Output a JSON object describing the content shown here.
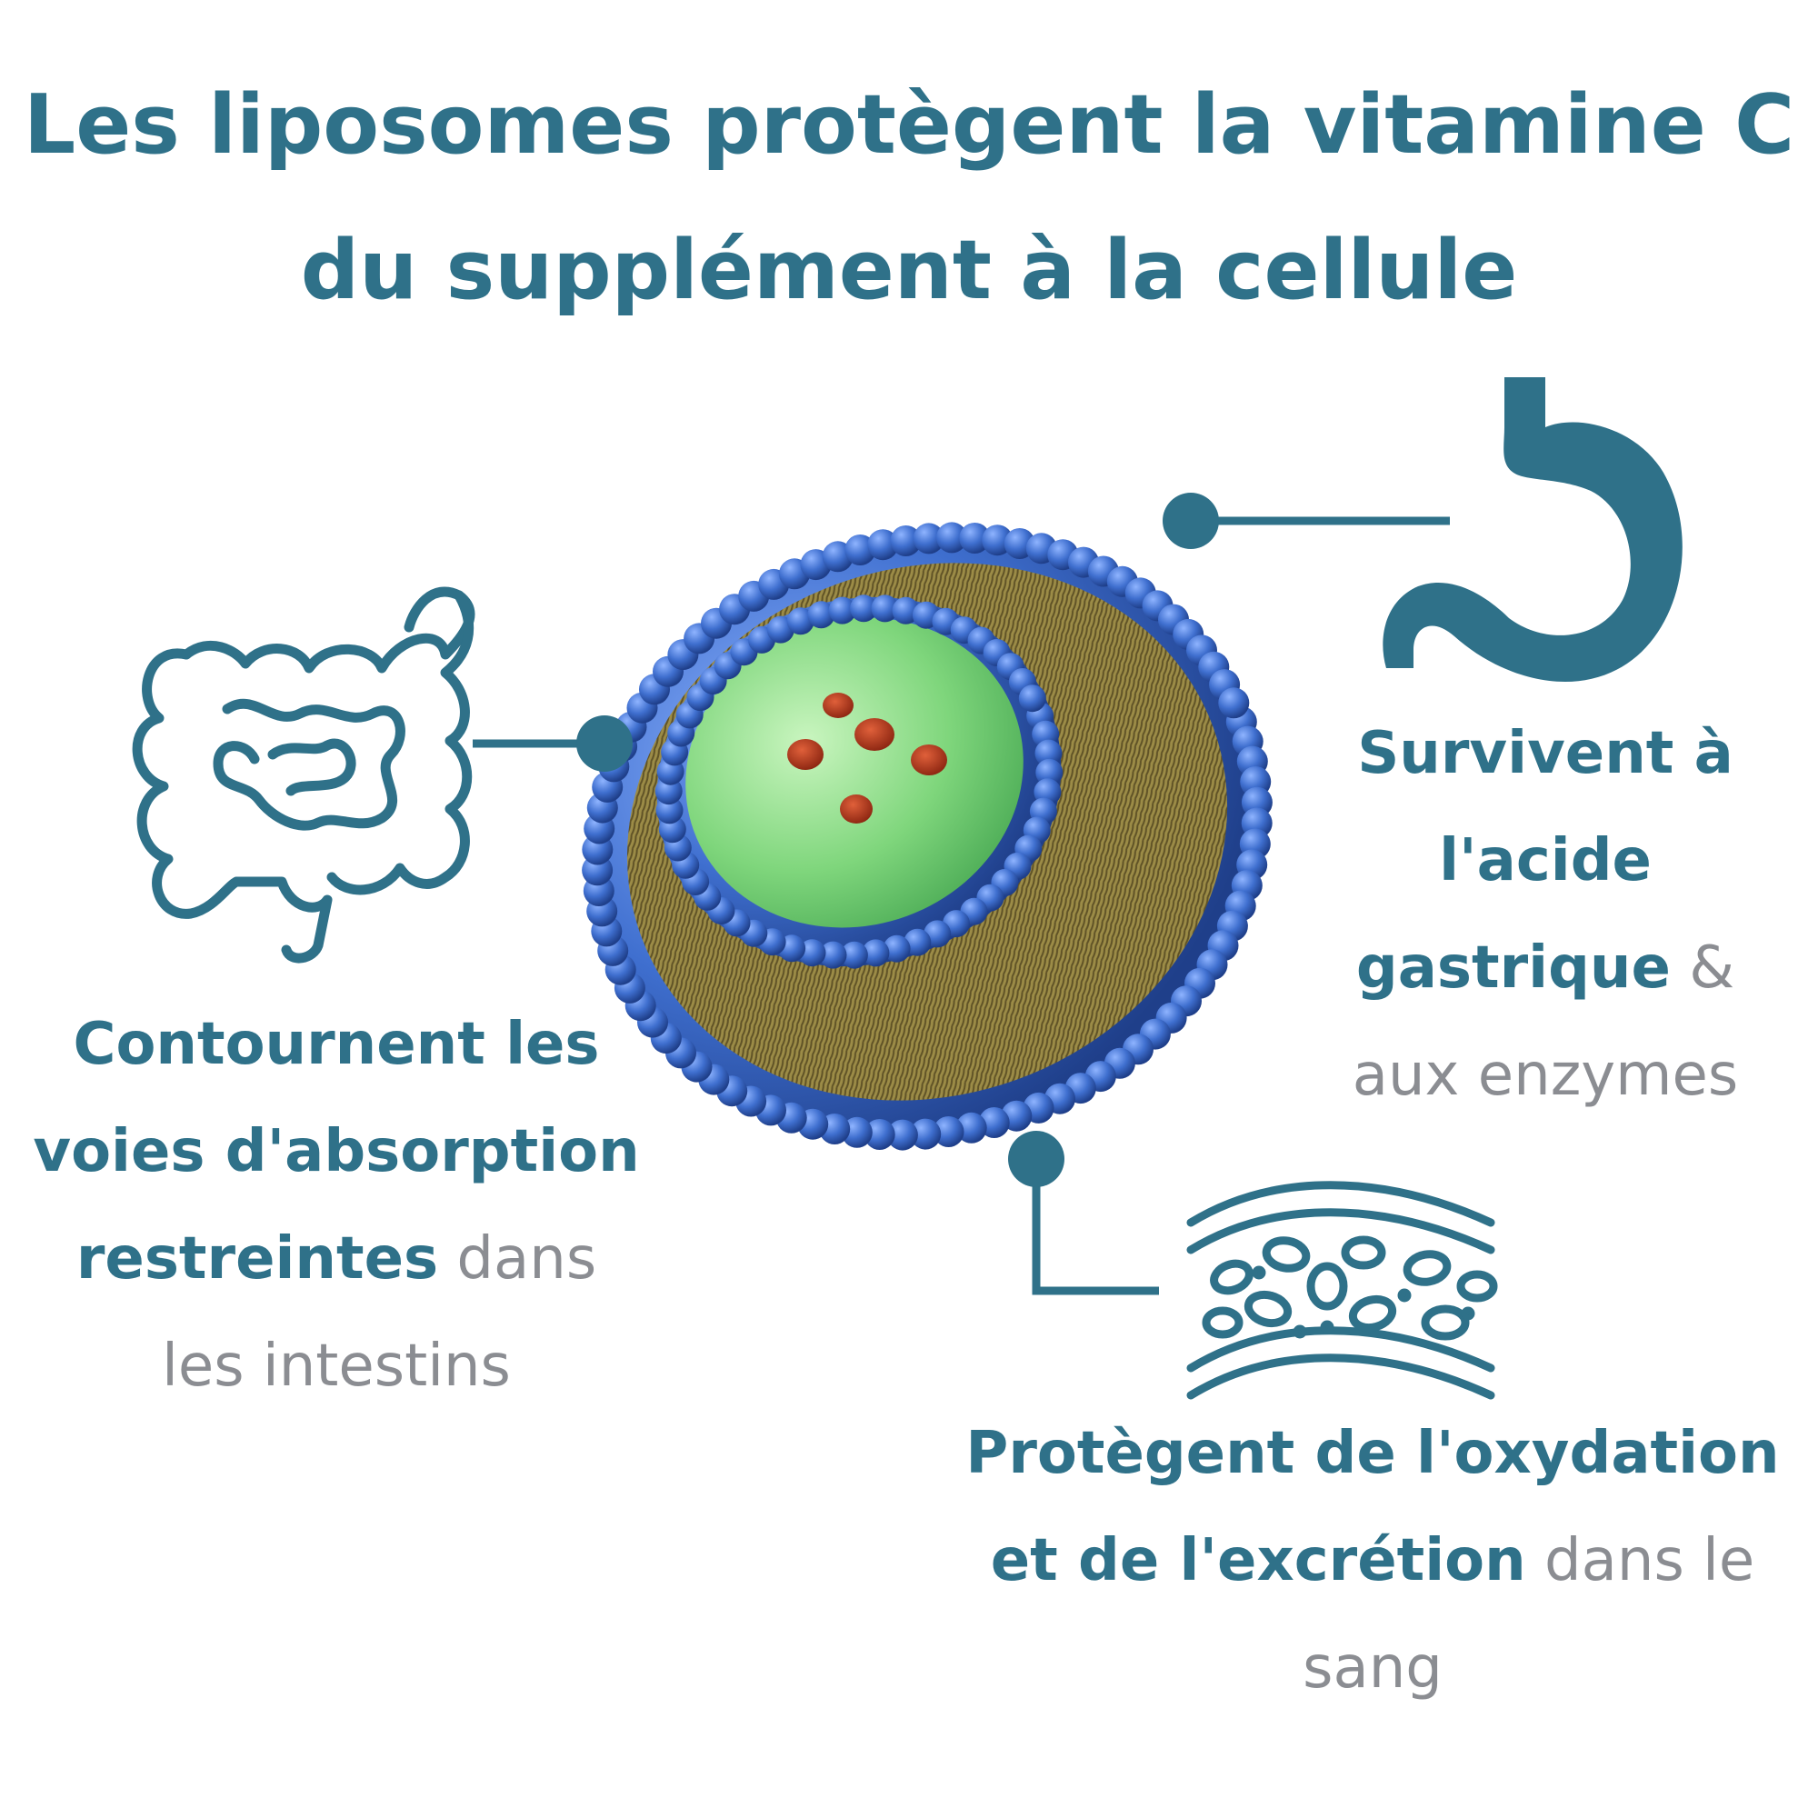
{
  "title": {
    "line1": "Les liposomes protègent la vitamine C",
    "line2": "du supplément à la cellule"
  },
  "colors": {
    "accent": "#2f7189",
    "muted": "#8b8d92",
    "membrane_blue": "#3f6fcf",
    "lipid_tails": "#8a7a3c",
    "core_green": "#7fd67c",
    "vitamin_red": "#b5361e"
  },
  "callouts": {
    "intestine": {
      "icon": "intestine-icon",
      "lines": [
        [
          {
            "text": "Contournent les",
            "style": "bold"
          }
        ],
        [
          {
            "text": "voies d'absorption",
            "style": "bold"
          }
        ],
        [
          {
            "text": "restreintes",
            "style": "bold"
          },
          {
            "text": " dans",
            "style": "light"
          }
        ],
        [
          {
            "text": "les intestins",
            "style": "light"
          }
        ]
      ]
    },
    "stomach": {
      "icon": "stomach-icon",
      "lines": [
        [
          {
            "text": "Survivent à",
            "style": "bold"
          }
        ],
        [
          {
            "text": "l'acide",
            "style": "bold"
          }
        ],
        [
          {
            "text": "gastrique",
            "style": "bold"
          },
          {
            "text": " &",
            "style": "light"
          }
        ],
        [
          {
            "text": "aux enzymes",
            "style": "light"
          }
        ]
      ]
    },
    "blood": {
      "icon": "blood-vessel-icon",
      "lines": [
        [
          {
            "text": "Protègent de l'oxydation",
            "style": "bold"
          }
        ],
        [
          {
            "text": "et de l'excrétion",
            "style": "bold"
          },
          {
            "text": " dans le",
            "style": "light"
          }
        ],
        [
          {
            "text": "sang",
            "style": "light"
          }
        ]
      ]
    }
  }
}
